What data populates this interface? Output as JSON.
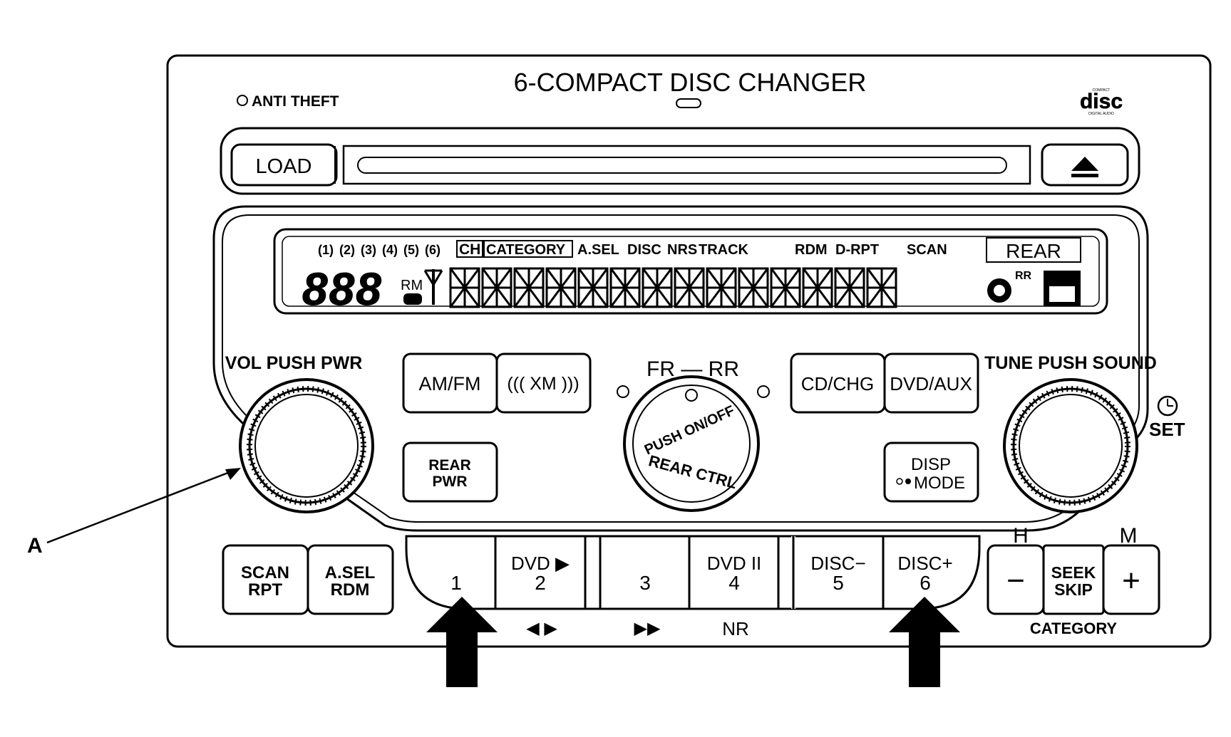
{
  "header": {
    "title": "6-COMPACT DISC CHANGER",
    "antitheft_label": "ANTI THEFT",
    "disc_logo_text": "disc",
    "disc_logo_top": "COMPACT",
    "disc_logo_bottom": "DIGITAL AUDIO"
  },
  "slot": {
    "load_label": "LOAD",
    "eject_symbol": "▲"
  },
  "lcd": {
    "disc_indicators": [
      "(1)",
      "(2)",
      "(3)",
      "(4)",
      "(5)",
      "(6)"
    ],
    "indicator_labels": [
      "CH",
      "CATEGORY",
      "A.SEL",
      "DISC",
      "NRS",
      "TRACK",
      "RDM",
      "D-RPT",
      "SCAN"
    ],
    "rear_label": "REAR",
    "rm_label": "RM",
    "rr_label": "RR",
    "digits": "888"
  },
  "knobs": {
    "vol_label": "VOL PUSH PWR",
    "tune_label": "TUNE PUSH SOUND",
    "set_label": "SET"
  },
  "buttons": {
    "am_fm": "AM/FM",
    "xm": "((( XM )))",
    "cd_chg": "CD/CHG",
    "dvd_aux": "DVD/AUX",
    "rear_pwr_1": "REAR",
    "rear_pwr_2": "PWR",
    "disp_1": "DISP",
    "disp_2": "MODE",
    "scan_1": "SCAN",
    "scan_2": "RPT",
    "asel_1": "A.SEL",
    "asel_2": "RDM",
    "seek_1": "SEEK",
    "seek_2": "SKIP",
    "minus": "−",
    "plus": "+",
    "h_label": "H",
    "m_label": "M",
    "category_label": "CATEGORY"
  },
  "center": {
    "fr_rr": "FR — RR",
    "push_on_off": "PUSH ON/OFF",
    "rear_ctrl": "REAR CTRL"
  },
  "presets": [
    {
      "top": "",
      "num": "1"
    },
    {
      "top": "DVD ▶",
      "num": "2"
    },
    {
      "top": "",
      "num": "3"
    },
    {
      "top": "DVD II",
      "num": "4"
    },
    {
      "top": "DISC−",
      "num": "5"
    },
    {
      "top": "DISC+",
      "num": "6"
    }
  ],
  "preset_below": {
    "rev_fwd": "◀ ▶",
    "ffwd": "▶▶",
    "nr": "NR"
  },
  "callout": {
    "label": "A"
  }
}
